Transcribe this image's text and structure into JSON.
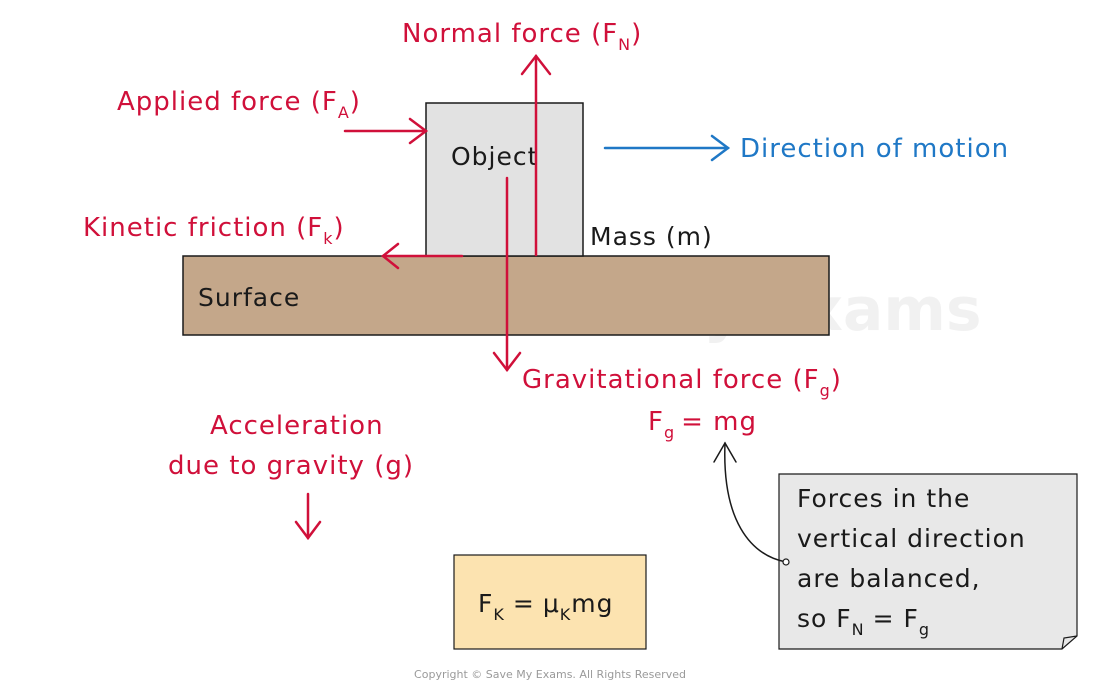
{
  "colors": {
    "force": "#d0103a",
    "motion": "#1f78c6",
    "object_fill": "#e2e2e2",
    "surface_fill": "#c4a78a",
    "formula_fill": "#fce3b0",
    "note_fill": "#e8e8e8"
  },
  "labels": {
    "normal_force": "Normal force (F",
    "normal_sub": "N",
    "applied_force": "Applied force (F",
    "applied_sub": "A",
    "direction_motion": "Direction of motion",
    "object": "Object",
    "kinetic_friction": "Kinetic friction (F",
    "kinetic_sub": "k",
    "mass": "Mass (m)",
    "surface": "Surface",
    "gravitational_force": "Gravitational force (F",
    "gravitational_sub": "g",
    "fg_formula_left": "F",
    "fg_formula_sub": "g",
    "fg_formula_right": "= mg",
    "close_paren": ")",
    "accel_line1": "Acceleration",
    "accel_line2": "due to gravity (g)"
  },
  "formula": {
    "f": "F",
    "f_sub": "K",
    "eq": "=",
    "mu": "μ",
    "mu_sub": "K",
    "rest": "mg"
  },
  "note": {
    "line1": "Forces in the",
    "line2": "vertical direction",
    "line3": "are balanced,",
    "line4_pre": "so F",
    "line4_sub1": "N",
    "line4_mid": "= F",
    "line4_sub2": "g"
  },
  "watermark": "SaveMy Exams",
  "copyright": "Copyright © Save My Exams. All Rights Reserved"
}
